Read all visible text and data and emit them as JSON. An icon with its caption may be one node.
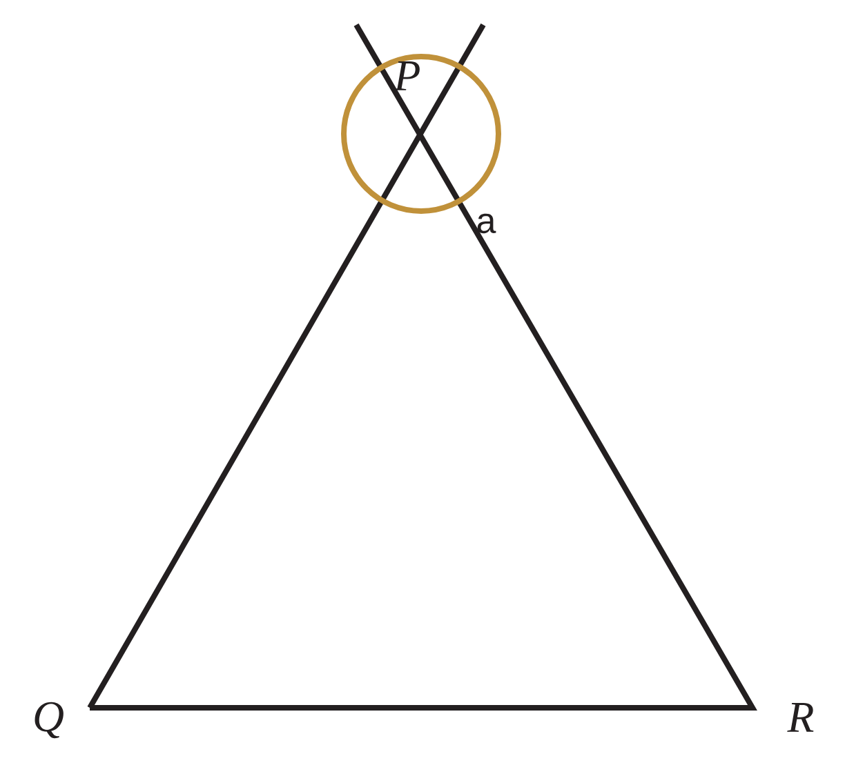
{
  "diagram": {
    "labels": [
      "P",
      "a",
      "Q",
      "R"
    ]
  }
}
